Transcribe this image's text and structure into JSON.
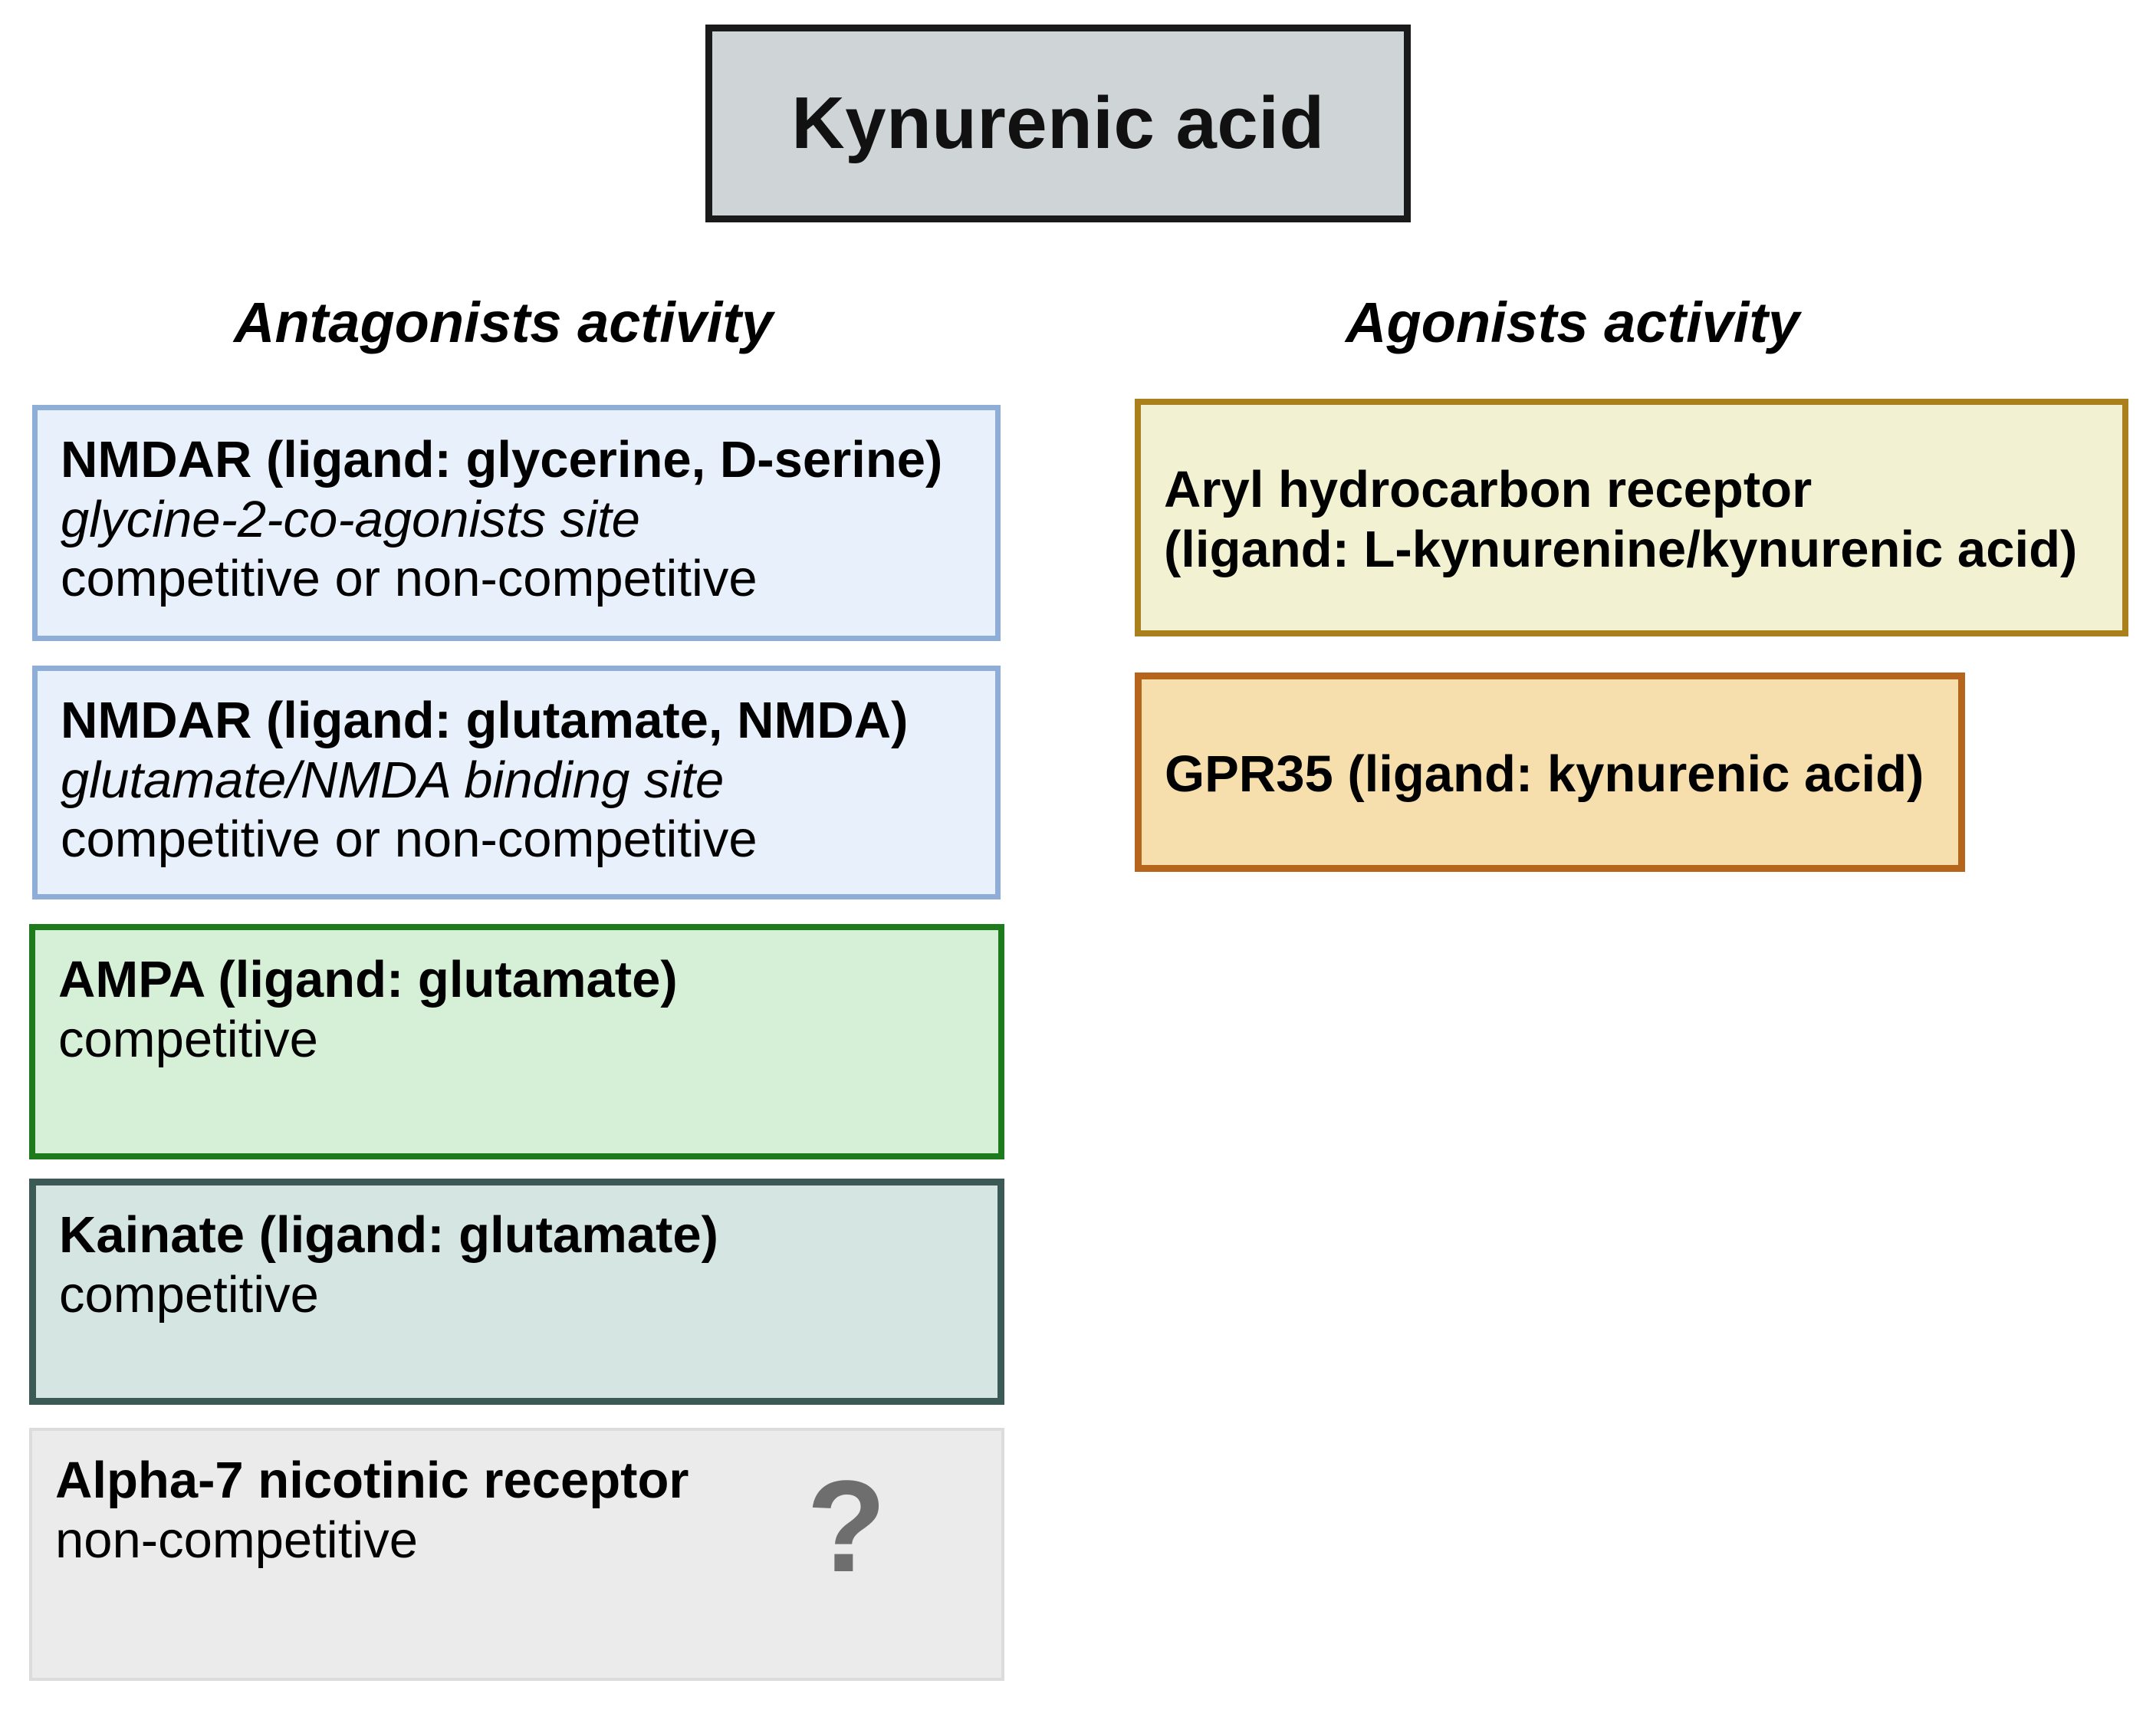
{
  "title": {
    "label": "Kynurenic acid"
  },
  "columns": {
    "antagonists": {
      "heading": "Antagonists activity",
      "cards": [
        {
          "name": "nmdar-glycine",
          "title": "NMDAR (ligand: glycerine, D-serine)",
          "site": "glycine-2-co-agonists site",
          "mechanism": "competitive or non-competitive",
          "fill_color": "#e8f0fb",
          "border_color": "#8eaed8"
        },
        {
          "name": "nmdar-glutamate",
          "title": "NMDAR (ligand: glutamate, NMDA)",
          "site": "glutamate/NMDA binding site",
          "mechanism": "competitive or non-competitive",
          "fill_color": "#e8f0fb",
          "border_color": "#8eaed8"
        },
        {
          "name": "ampa",
          "title": "AMPA (ligand: glutamate)",
          "mechanism": "competitive",
          "fill_color": "#d6f0d8",
          "border_color": "#1d7a1d"
        },
        {
          "name": "kainate",
          "title": "Kainate (ligand: glutamate)",
          "mechanism": "competitive",
          "fill_color": "#d4e5e2",
          "border_color": "#3c5a55"
        },
        {
          "name": "alpha7",
          "title": "Alpha-7 nicotinic receptor",
          "mechanism": "non-competitive",
          "badge": "?",
          "fill_color": "#ebebeb",
          "border_color": "#dcdcdc"
        }
      ]
    },
    "agonists": {
      "heading": "Agonists activity",
      "cards": [
        {
          "name": "aryl-hydrocarbon-receptor",
          "title_line1": "Aryl hydrocarbon receptor",
          "title_line2": "(ligand: L-kynurenine/kynurenic acid)",
          "fill_color": "#f2f1d2",
          "border_color": "#a9801c"
        },
        {
          "name": "gpr35",
          "title_line1": "GPR35 (ligand: kynurenic acid)",
          "fill_color": "#f7dfad",
          "border_color": "#b5651c"
        }
      ]
    }
  }
}
